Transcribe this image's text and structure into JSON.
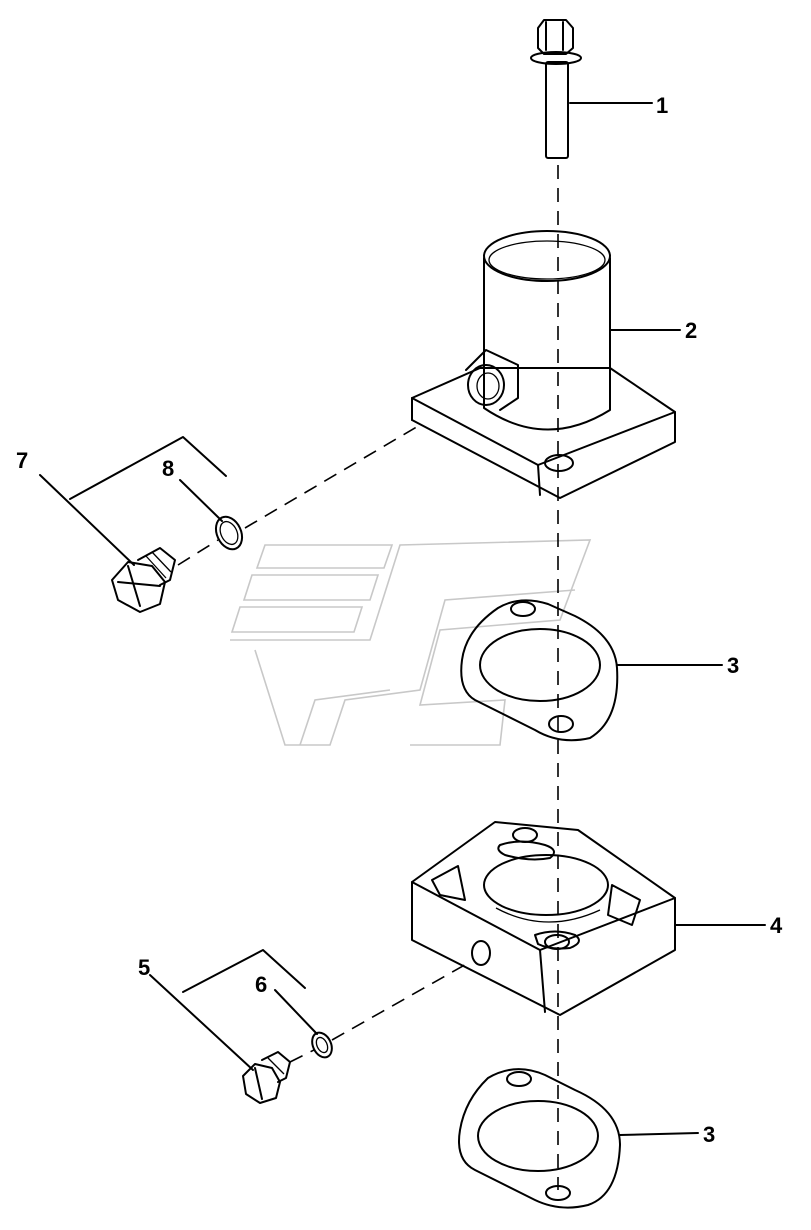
{
  "callouts": {
    "c1": "1",
    "c2": "2",
    "c3a": "3",
    "c3b": "3",
    "c4": "4",
    "c5": "5",
    "c6": "6",
    "c7": "7",
    "c8": "8"
  },
  "colors": {
    "line": "#000000",
    "watermark": "#c8c8c8"
  }
}
